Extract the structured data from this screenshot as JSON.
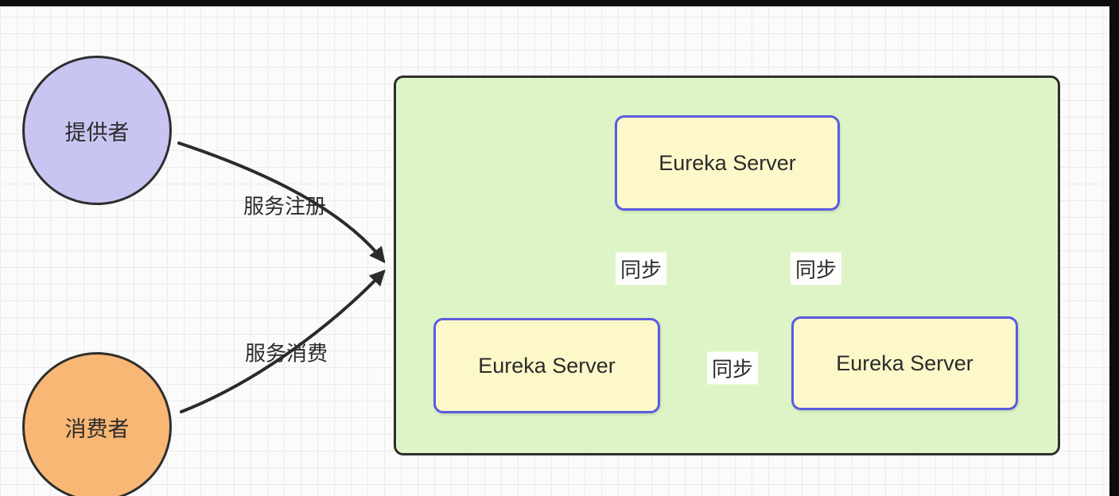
{
  "diagram": {
    "nodes": {
      "provider": {
        "label": "提供者"
      },
      "consumer": {
        "label": "消费者"
      }
    },
    "cluster": {
      "servers": [
        {
          "label": "Eureka Server"
        },
        {
          "label": "Eureka Server"
        },
        {
          "label": "Eureka Server"
        }
      ]
    },
    "edges": {
      "register": {
        "label": "服务注册"
      },
      "consume": {
        "label": "服务消费"
      },
      "sync_left": {
        "label": "同步"
      },
      "sync_right": {
        "label": "同步"
      },
      "sync_bottom": {
        "label": "同步"
      }
    },
    "colors": {
      "provider_fill": "#c9c5f2",
      "consumer_fill": "#f8b774",
      "cluster_fill": "#ddf5c6",
      "server_fill": "#fdf8c9",
      "server_border": "#5a5be0",
      "line_stroke": "#2b2b2b"
    }
  }
}
